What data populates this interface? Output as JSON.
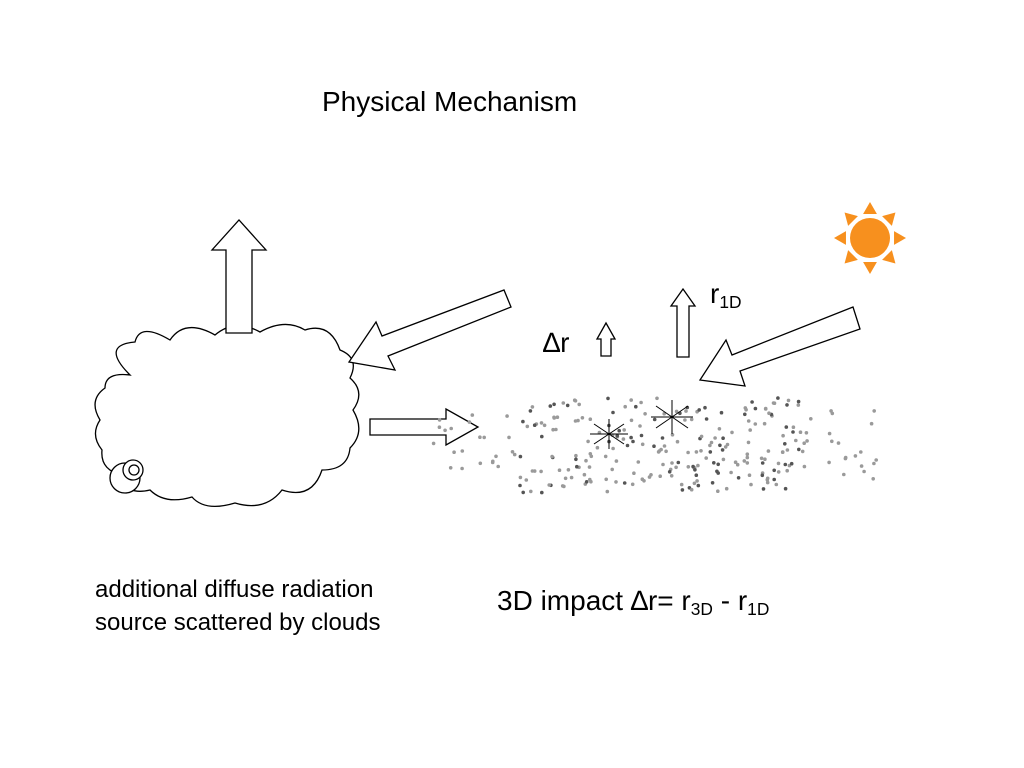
{
  "title": "Physical Mechanism",
  "caption_left": {
    "line1": "additional diffuse radiation",
    "line2": "source scattered by clouds"
  },
  "caption_right": {
    "prefix": "3D impact ",
    "delta": "∆",
    "r_eq": "r= r",
    "sub_3d": "3D",
    "minus": " - r",
    "sub_1d": "1D"
  },
  "label_r1d": {
    "r": "r",
    "sub": "1D"
  },
  "label_dr": {
    "delta": "∆",
    "r": "r"
  },
  "colors": {
    "sun": "#f7901e",
    "particles_dark": "#555555",
    "particles_light": "#9a9a9a"
  },
  "icons": [
    "sun-icon",
    "cloud-icon",
    "sparkle-icon"
  ]
}
